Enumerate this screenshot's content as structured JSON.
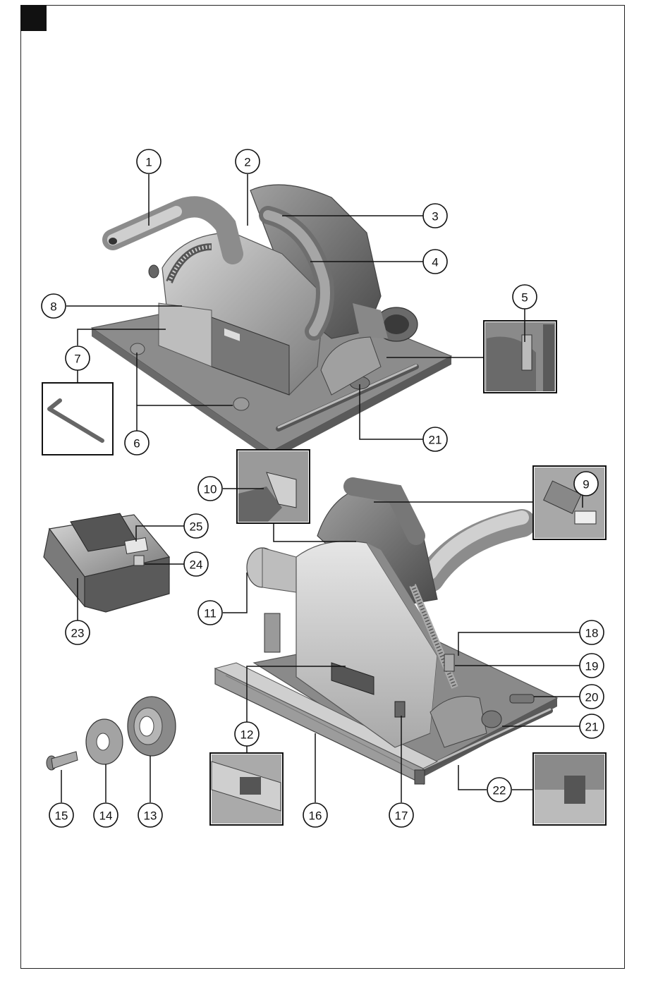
{
  "page": {
    "theme_color": "#111111"
  },
  "callouts": [
    {
      "id": "c1",
      "label": "1",
      "target": "handle-rear"
    },
    {
      "id": "c2",
      "label": "2",
      "target": "lock-button"
    },
    {
      "id": "c3",
      "label": "3",
      "target": "trigger-lever"
    },
    {
      "id": "c4",
      "label": "4",
      "target": "main-handle"
    },
    {
      "id": "c5",
      "label": "5",
      "target": "depth-detail"
    },
    {
      "id": "c6",
      "label": "6",
      "target": "base-knobs"
    },
    {
      "id": "c7",
      "label": "7",
      "target": "hex-key"
    },
    {
      "id": "c8",
      "label": "8",
      "target": "spindle-lock"
    },
    {
      "id": "c9",
      "label": "9",
      "target": "switch-detail"
    },
    {
      "id": "c10",
      "label": "10",
      "target": "release-detail"
    },
    {
      "id": "c11",
      "label": "11",
      "target": "dust-port"
    },
    {
      "id": "c12",
      "label": "12",
      "target": "guide-slot"
    },
    {
      "id": "c13",
      "label": "13",
      "target": "outer-flange"
    },
    {
      "id": "c14",
      "label": "14",
      "target": "inner-flange"
    },
    {
      "id": "c15",
      "label": "15",
      "target": "blade-bolt"
    },
    {
      "id": "c16",
      "label": "16",
      "target": "parallel-guide"
    },
    {
      "id": "c17",
      "label": "17",
      "target": "guide-clamp"
    },
    {
      "id": "c18",
      "label": "18",
      "target": "base-plate"
    },
    {
      "id": "c19",
      "label": "19",
      "target": "depth-scale"
    },
    {
      "id": "c20",
      "label": "20",
      "target": "bevel-lever"
    },
    {
      "id": "c21",
      "label": "21",
      "target": "bevel-knob"
    },
    {
      "id": "c22",
      "label": "22",
      "target": "base-edge"
    },
    {
      "id": "c23",
      "label": "23",
      "target": "battery"
    },
    {
      "id": "c24",
      "label": "24",
      "target": "battery-button"
    },
    {
      "id": "c25",
      "label": "25",
      "target": "charge-indicator"
    }
  ]
}
